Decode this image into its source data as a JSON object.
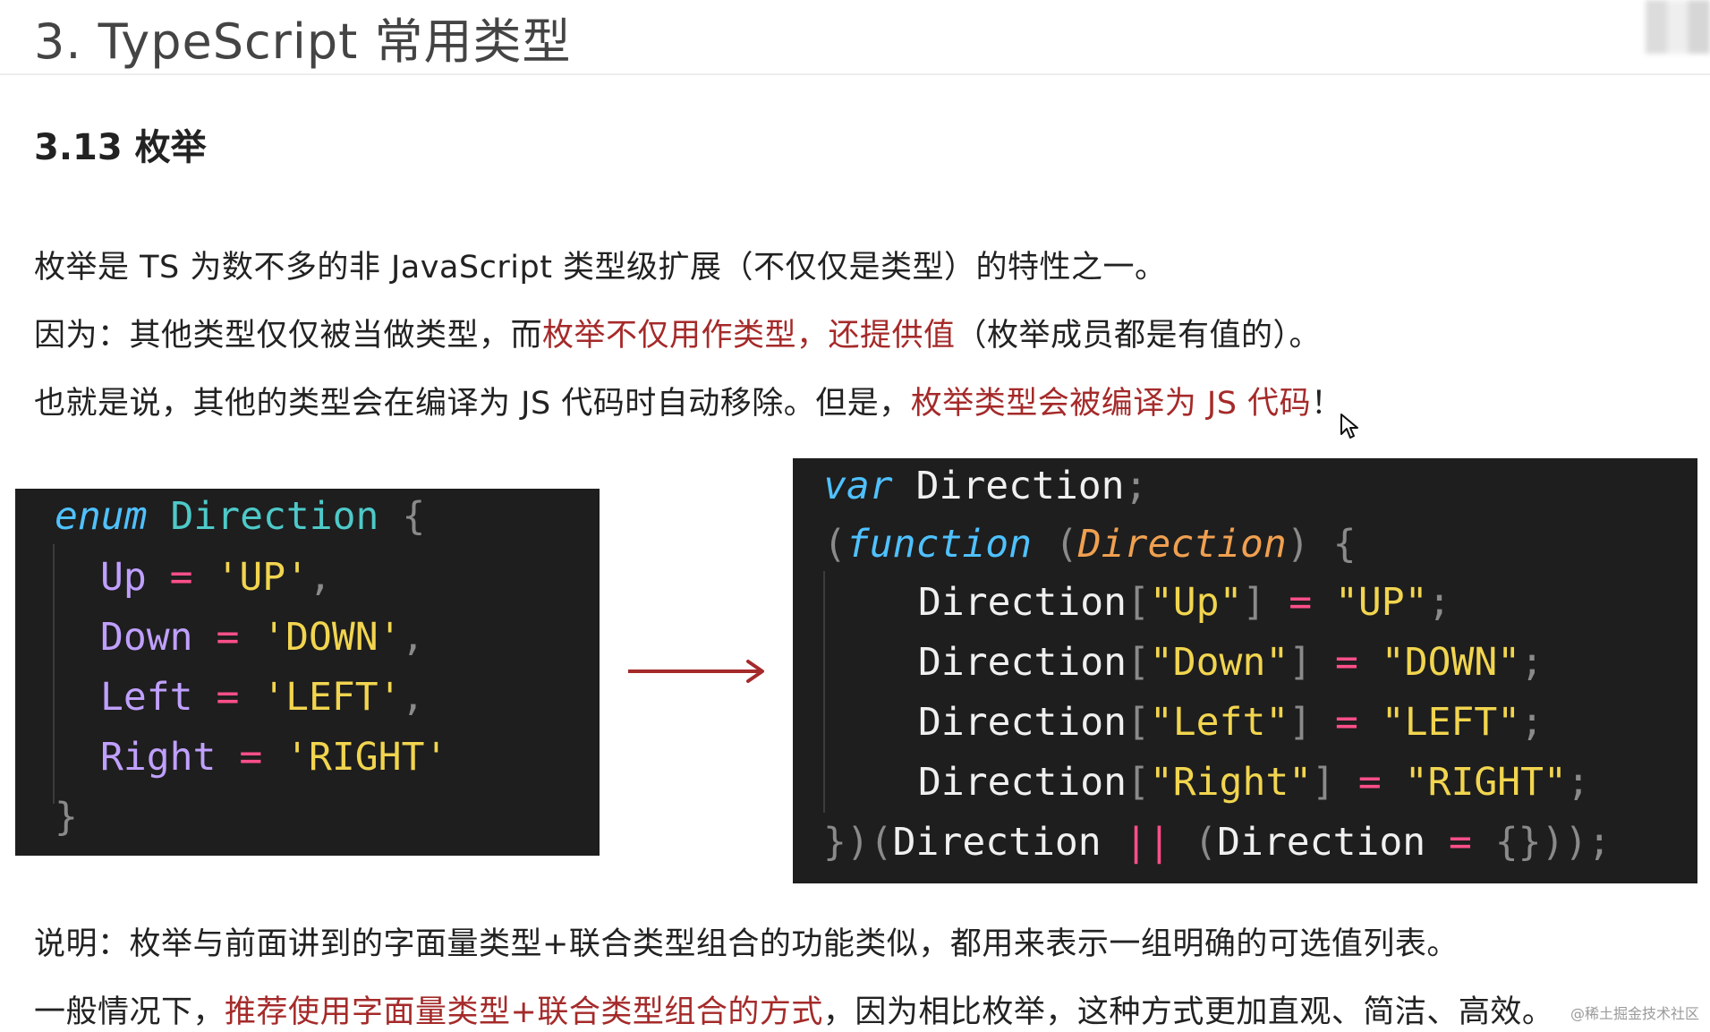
{
  "page_title": "3. TypeScript 常用类型",
  "section_title": "3.13 枚举",
  "para1": "枚举是 TS 为数不多的非 JavaScript 类型级扩展（不仅仅是类型）的特性之一。",
  "para2": {
    "p1": "因为：其他类型仅仅被当做类型，而",
    "h1": "枚举不仅用作类型，还提供值",
    "p2": "（枚举成员都是有值的）。"
  },
  "para3": {
    "p1": "也就是说，其他的类型会在编译为 JS 代码时自动移除。但是，",
    "h1": "枚举类型会被编译为 JS 代码",
    "p2": "！"
  },
  "left_code": {
    "kw": "enum",
    "name": "Direction",
    "members": [
      {
        "key": "Up",
        "value": "UP"
      },
      {
        "key": "Down",
        "value": "DOWN"
      },
      {
        "key": "Left",
        "value": "LEFT"
      },
      {
        "key": "Right",
        "value": "RIGHT"
      }
    ]
  },
  "right_code": {
    "var_kw": "var",
    "func_kw": "function",
    "name": "Direction",
    "members": [
      {
        "key": "Up",
        "value": "UP"
      },
      {
        "key": "Down",
        "value": "DOWN"
      },
      {
        "key": "Left",
        "value": "LEFT"
      },
      {
        "key": "Right",
        "value": "RIGHT"
      }
    ]
  },
  "note1": "说明：枚举与前面讲到的字面量类型+联合类型组合的功能类似，都用来表示一组明确的可选值列表。",
  "note2": {
    "p1": "一般情况下，",
    "h1": "推荐使用字面量类型+联合类型组合的方式",
    "p2": "，因为相比枚举，这种方式更加直观、简洁、高效。"
  },
  "watermark": "@稀土掘金技术社区",
  "colors": {
    "highlight": "#a52a2a",
    "code_bg": "#1e1e1e",
    "arrow": "#a52a2a"
  }
}
